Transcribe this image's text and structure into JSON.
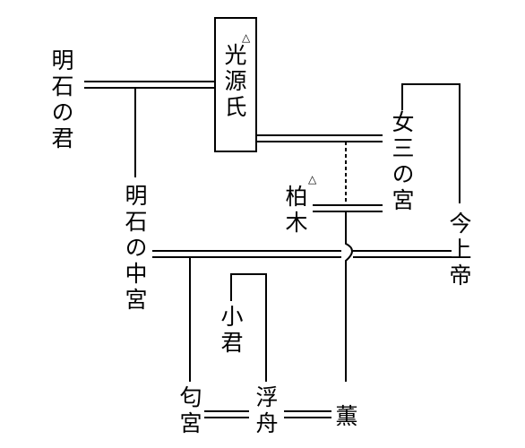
{
  "names": {
    "genji": "光源氏",
    "akashi_no_kimi": "明石の君",
    "onna_san_no_miya": "女三の宮",
    "kashiwagi": "柏木",
    "akashi_no_chugu": "明石の中宮",
    "kinjo_tei": "今上帝",
    "ko_gimi": "小君",
    "niou_miya": "匂宮",
    "ukifune": "浮舟",
    "kaoru": "薫"
  },
  "marks": {
    "genji_mark": "△",
    "kashiwagi_mark": "△"
  },
  "colors": {
    "line": "#000000",
    "background": "#ffffff"
  }
}
